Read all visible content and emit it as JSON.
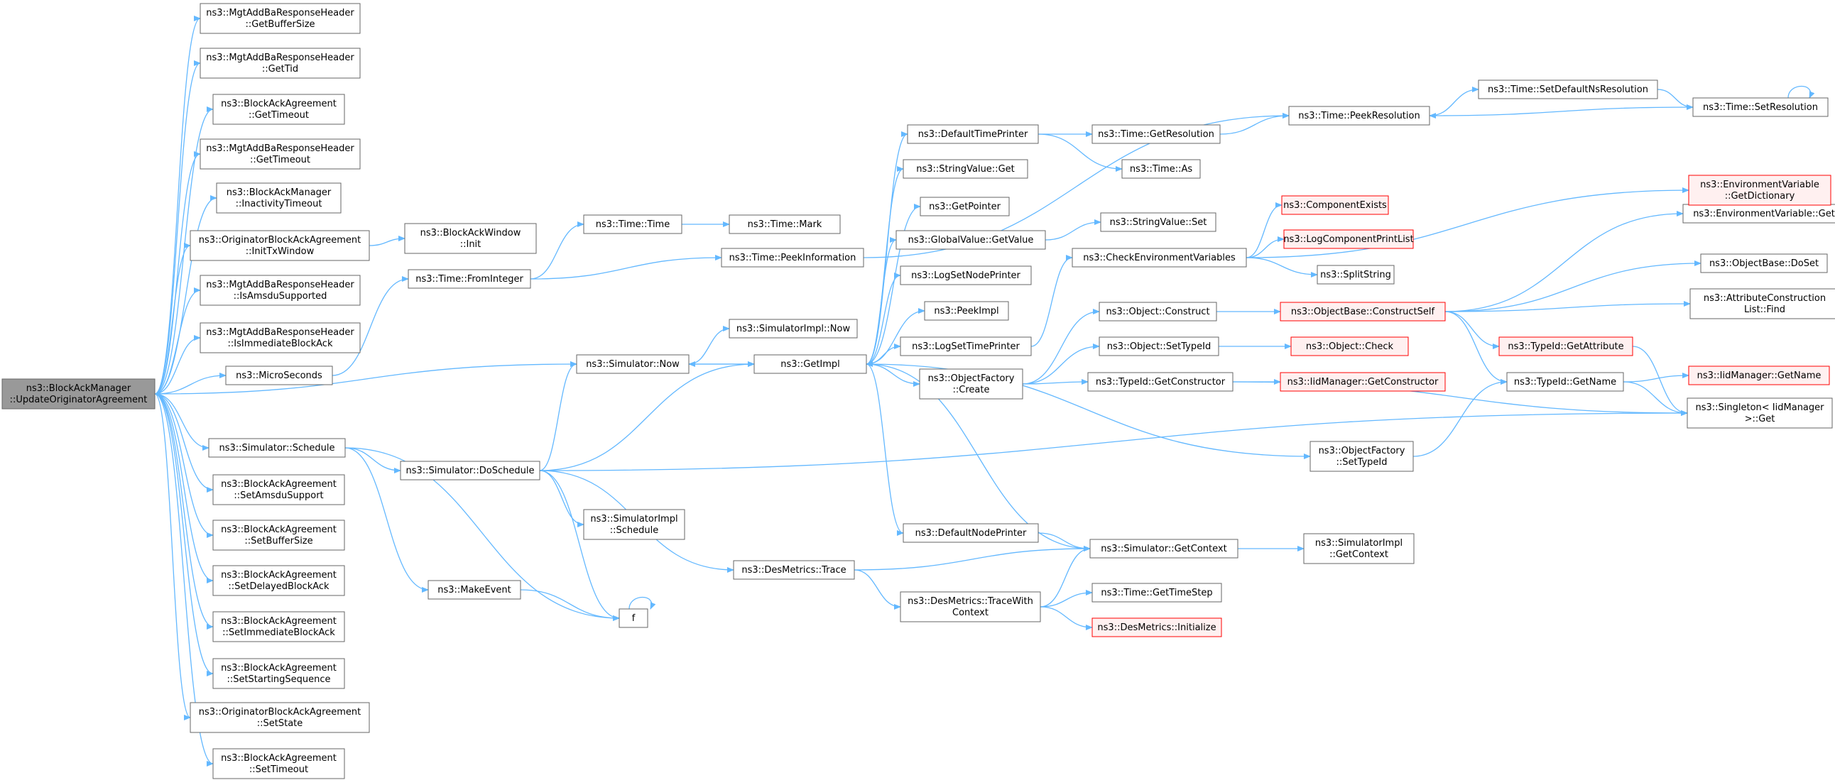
{
  "colors": {
    "edge": "#63b8ff",
    "node_border": "#666666",
    "node_fill": "#ffffff",
    "root_fill": "#999999",
    "truncated_border": "#ff0000",
    "truncated_fill": "#fff0f0"
  },
  "nodes": [
    {
      "id": "root",
      "lines": [
        "ns3::BlockAckManager",
        "::UpdateOriginatorAgreement"
      ],
      "style": "root"
    },
    {
      "id": "n1",
      "lines": [
        "ns3::MgtAddBaResponseHeader",
        "::GetBufferSize"
      ]
    },
    {
      "id": "n2",
      "lines": [
        "ns3::MgtAddBaResponseHeader",
        "::GetTid"
      ]
    },
    {
      "id": "n3",
      "lines": [
        "ns3::BlockAckAgreement",
        "::GetTimeout"
      ]
    },
    {
      "id": "n4",
      "lines": [
        "ns3::MgtAddBaResponseHeader",
        "::GetTimeout"
      ]
    },
    {
      "id": "n5",
      "lines": [
        "ns3::BlockAckManager",
        "::InactivityTimeout"
      ]
    },
    {
      "id": "n6",
      "lines": [
        "ns3::OriginatorBlockAckAgreement",
        "::InitTxWindow"
      ]
    },
    {
      "id": "n7",
      "lines": [
        "ns3::MgtAddBaResponseHeader",
        "::IsAmsduSupported"
      ]
    },
    {
      "id": "n8",
      "lines": [
        "ns3::MgtAddBaResponseHeader",
        "::IsImmediateBlockAck"
      ]
    },
    {
      "id": "n9",
      "lines": [
        "ns3::MicroSeconds"
      ]
    },
    {
      "id": "n10",
      "lines": [
        "ns3::Simulator::Schedule"
      ]
    },
    {
      "id": "n11",
      "lines": [
        "ns3::BlockAckAgreement",
        "::SetAmsduSupport"
      ]
    },
    {
      "id": "n12",
      "lines": [
        "ns3::BlockAckAgreement",
        "::SetBufferSize"
      ]
    },
    {
      "id": "n13",
      "lines": [
        "ns3::BlockAckAgreement",
        "::SetDelayedBlockAck"
      ]
    },
    {
      "id": "n14",
      "lines": [
        "ns3::BlockAckAgreement",
        "::SetImmediateBlockAck"
      ]
    },
    {
      "id": "n15",
      "lines": [
        "ns3::BlockAckAgreement",
        "::SetStartingSequence"
      ]
    },
    {
      "id": "n16",
      "lines": [
        "ns3::OriginatorBlockAckAgreement",
        "::SetState"
      ]
    },
    {
      "id": "n17",
      "lines": [
        "ns3::BlockAckAgreement",
        "::SetTimeout"
      ]
    },
    {
      "id": "n18",
      "lines": [
        "ns3::BlockAckWindow",
        "::Init"
      ]
    },
    {
      "id": "n19",
      "lines": [
        "ns3::Time::FromInteger"
      ]
    },
    {
      "id": "n20",
      "lines": [
        "ns3::Time::Time"
      ]
    },
    {
      "id": "n21",
      "lines": [
        "ns3::Time::Mark"
      ]
    },
    {
      "id": "n22",
      "lines": [
        "ns3::Time::PeekInformation"
      ]
    },
    {
      "id": "n23",
      "lines": [
        "ns3::Simulator::Now"
      ]
    },
    {
      "id": "n24",
      "lines": [
        "ns3::SimulatorImpl::Now"
      ]
    },
    {
      "id": "n25",
      "lines": [
        "ns3::GetImpl"
      ]
    },
    {
      "id": "n26",
      "lines": [
        "ns3::Simulator::DoSchedule"
      ]
    },
    {
      "id": "n27",
      "lines": [
        "ns3::MakeEvent"
      ]
    },
    {
      "id": "n28",
      "lines": [
        "f"
      ]
    },
    {
      "id": "n29",
      "lines": [
        "ns3::SimulatorImpl",
        "::Schedule"
      ]
    },
    {
      "id": "n30",
      "lines": [
        "ns3::DesMetrics::Trace"
      ]
    },
    {
      "id": "n31",
      "lines": [
        "ns3::DesMetrics::TraceWith",
        "Context"
      ]
    },
    {
      "id": "n32",
      "lines": [
        "ns3::DefaultNodePrinter"
      ]
    },
    {
      "id": "n33",
      "lines": [
        "ns3::DefaultTimePrinter"
      ]
    },
    {
      "id": "n34",
      "lines": [
        "ns3::StringValue::Get"
      ]
    },
    {
      "id": "n35",
      "lines": [
        "ns3::GetPointer"
      ]
    },
    {
      "id": "n36",
      "lines": [
        "ns3::GlobalValue::GetValue"
      ]
    },
    {
      "id": "n37",
      "lines": [
        "ns3::LogSetNodePrinter"
      ]
    },
    {
      "id": "n38",
      "lines": [
        "ns3::PeekImpl"
      ]
    },
    {
      "id": "n39",
      "lines": [
        "ns3::LogSetTimePrinter"
      ]
    },
    {
      "id": "n40",
      "lines": [
        "ns3::ObjectFactory",
        "::Create"
      ]
    },
    {
      "id": "n41",
      "lines": [
        "ns3::Time::GetResolution"
      ]
    },
    {
      "id": "n42",
      "lines": [
        "ns3::Time::As"
      ]
    },
    {
      "id": "n43",
      "lines": [
        "ns3::StringValue::Set"
      ]
    },
    {
      "id": "n44",
      "lines": [
        "ns3::CheckEnvironmentVariables"
      ]
    },
    {
      "id": "n45",
      "lines": [
        "ns3::Object::Construct"
      ]
    },
    {
      "id": "n46",
      "lines": [
        "ns3::Object::SetTypeId"
      ]
    },
    {
      "id": "n47",
      "lines": [
        "ns3::TypeId::GetConstructor"
      ]
    },
    {
      "id": "n48",
      "lines": [
        "ns3::Simulator::GetContext"
      ]
    },
    {
      "id": "n49",
      "lines": [
        "ns3::Time::GetTimeStep"
      ]
    },
    {
      "id": "n50",
      "lines": [
        "ns3::DesMetrics::Initialize"
      ],
      "style": "truncated"
    },
    {
      "id": "n51",
      "lines": [
        "ns3::Time::PeekResolution"
      ]
    },
    {
      "id": "n52",
      "lines": [
        "ns3::ComponentExists"
      ],
      "style": "truncated"
    },
    {
      "id": "n53",
      "lines": [
        "ns3::LogComponentPrintList"
      ],
      "style": "truncated"
    },
    {
      "id": "n54",
      "lines": [
        "ns3::SplitString"
      ]
    },
    {
      "id": "n55",
      "lines": [
        "ns3::ObjectBase::ConstructSelf"
      ],
      "style": "truncated"
    },
    {
      "id": "n56",
      "lines": [
        "ns3::Object::Check"
      ],
      "style": "truncated"
    },
    {
      "id": "n57",
      "lines": [
        "ns3::IidManager::GetConstructor"
      ],
      "style": "truncated"
    },
    {
      "id": "n58",
      "lines": [
        "ns3::ObjectFactory",
        "::SetTypeId"
      ]
    },
    {
      "id": "n59",
      "lines": [
        "ns3::SimulatorImpl",
        "::GetContext"
      ]
    },
    {
      "id": "n60",
      "lines": [
        "ns3::Time::SetDefaultNsResolution"
      ]
    },
    {
      "id": "n61",
      "lines": [
        "ns3::Time::SetResolution"
      ]
    },
    {
      "id": "n62",
      "lines": [
        "ns3::EnvironmentVariable::Get"
      ]
    },
    {
      "id": "n63",
      "lines": [
        "ns3::ObjectBase::DoSet"
      ]
    },
    {
      "id": "n64",
      "lines": [
        "ns3::AttributeConstruction",
        "List::Find"
      ]
    },
    {
      "id": "n65",
      "lines": [
        "ns3::TypeId::GetAttribute"
      ],
      "style": "truncated"
    },
    {
      "id": "n66",
      "lines": [
        "ns3::TypeId::GetName"
      ]
    },
    {
      "id": "n67",
      "lines": [
        "ns3::EnvironmentVariable",
        "::GetDictionary"
      ],
      "style": "truncated"
    },
    {
      "id": "n68",
      "lines": [
        "ns3::IidManager::GetName"
      ],
      "style": "truncated"
    },
    {
      "id": "n69",
      "lines": [
        "ns3::Singleton< IidManager",
        ">::Get"
      ]
    }
  ],
  "edges": [
    [
      "root",
      "n1"
    ],
    [
      "root",
      "n2"
    ],
    [
      "root",
      "n3"
    ],
    [
      "root",
      "n4"
    ],
    [
      "root",
      "n5"
    ],
    [
      "root",
      "n6"
    ],
    [
      "root",
      "n7"
    ],
    [
      "root",
      "n8"
    ],
    [
      "root",
      "n9"
    ],
    [
      "root",
      "n23"
    ],
    [
      "root",
      "n10"
    ],
    [
      "root",
      "n11"
    ],
    [
      "root",
      "n12"
    ],
    [
      "root",
      "n13"
    ],
    [
      "root",
      "n14"
    ],
    [
      "root",
      "n15"
    ],
    [
      "root",
      "n16"
    ],
    [
      "root",
      "n17"
    ],
    [
      "n6",
      "n18"
    ],
    [
      "n9",
      "n19"
    ],
    [
      "n19",
      "n20"
    ],
    [
      "n19",
      "n22"
    ],
    [
      "n20",
      "n21"
    ],
    [
      "n22",
      "n51"
    ],
    [
      "n23",
      "n24"
    ],
    [
      "n23",
      "n25"
    ],
    [
      "n10",
      "n26"
    ],
    [
      "n10",
      "n27"
    ],
    [
      "n10",
      "n28"
    ],
    [
      "n27",
      "n28"
    ],
    [
      "n28",
      "n28"
    ],
    [
      "n26",
      "n23"
    ],
    [
      "n26",
      "n25"
    ],
    [
      "n26",
      "n29"
    ],
    [
      "n26",
      "n30"
    ],
    [
      "n26",
      "n28"
    ],
    [
      "n26",
      "n69"
    ],
    [
      "n30",
      "n48"
    ],
    [
      "n30",
      "n31"
    ],
    [
      "n31",
      "n48"
    ],
    [
      "n31",
      "n49"
    ],
    [
      "n31",
      "n50"
    ],
    [
      "n48",
      "n59"
    ],
    [
      "n48",
      "n25"
    ],
    [
      "n32",
      "n48"
    ],
    [
      "n25",
      "n23"
    ],
    [
      "n25",
      "n33"
    ],
    [
      "n25",
      "n34"
    ],
    [
      "n25",
      "n35"
    ],
    [
      "n25",
      "n36"
    ],
    [
      "n25",
      "n37"
    ],
    [
      "n25",
      "n38"
    ],
    [
      "n25",
      "n39"
    ],
    [
      "n25",
      "n40"
    ],
    [
      "n25",
      "n32"
    ],
    [
      "n25",
      "n58"
    ],
    [
      "n33",
      "n41"
    ],
    [
      "n33",
      "n42"
    ],
    [
      "n41",
      "n51"
    ],
    [
      "n51",
      "n60"
    ],
    [
      "n60",
      "n61"
    ],
    [
      "n61",
      "n51"
    ],
    [
      "n61",
      "n61"
    ],
    [
      "n36",
      "n43"
    ],
    [
      "n39",
      "n44"
    ],
    [
      "n44",
      "n67"
    ],
    [
      "n44",
      "n52"
    ],
    [
      "n44",
      "n53"
    ],
    [
      "n44",
      "n54"
    ],
    [
      "n40",
      "n45"
    ],
    [
      "n40",
      "n46"
    ],
    [
      "n40",
      "n47"
    ],
    [
      "n45",
      "n55"
    ],
    [
      "n46",
      "n56"
    ],
    [
      "n47",
      "n57"
    ],
    [
      "n47",
      "n69"
    ],
    [
      "n55",
      "n62"
    ],
    [
      "n55",
      "n63"
    ],
    [
      "n55",
      "n64"
    ],
    [
      "n55",
      "n65"
    ],
    [
      "n55",
      "n66"
    ],
    [
      "n62",
      "n67"
    ],
    [
      "n65",
      "n69"
    ],
    [
      "n66",
      "n68"
    ],
    [
      "n66",
      "n69"
    ],
    [
      "n58",
      "n66"
    ]
  ]
}
